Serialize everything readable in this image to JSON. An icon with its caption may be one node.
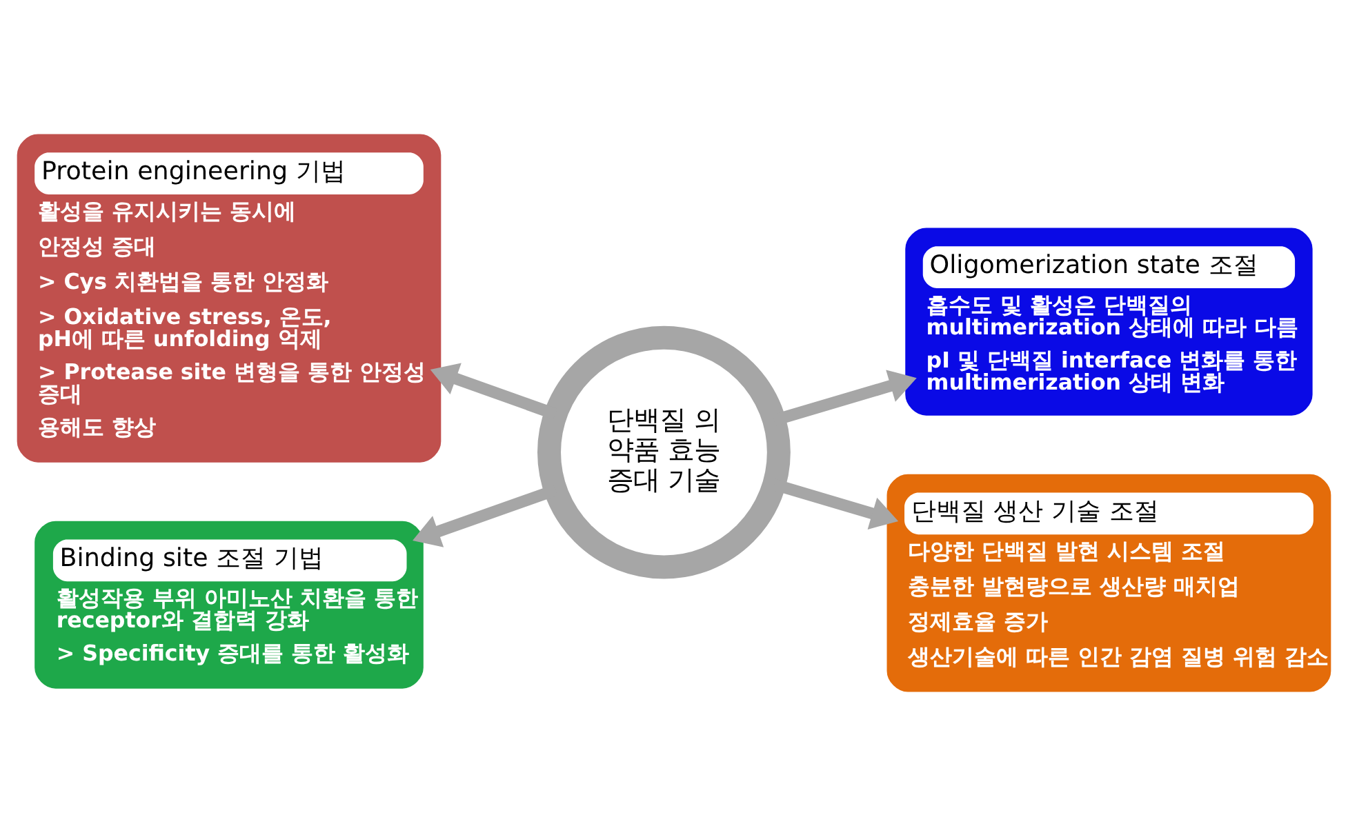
{
  "diagram": {
    "nodes": [
      {
        "text": [
          "Protein engineering 기법",
          "활성을 유지시키는 동시에",
          "안정성 증대",
          "> Cys 치환법을 통한 안정화",
          "> Oxidative stress, 온도, pH에 따른 unfolding 억제",
          "> Protease site 변형을 통한 안정성 증대",
          "용해도 향상"
        ]
      },
      {
        "text": [
          "Oligomerization state 조절",
          "흡수도 및 활성은 단백질의 multimerization 상태에 따라 다름",
          "pI 및 단백질 interface 변화를 통한 multimerization 상태 변화"
        ]
      },
      {
        "text": [
          "단백질 의 약품 효능 증대 기술"
        ]
      },
      {
        "text": [
          "Binding site 조절 기법",
          "활성작용 부위 아미노산 치환을 통한 receptor와 결합력 강화",
          "> Specificity 증대를 통한 활성화"
        ]
      },
      {
        "text": [
          "단백질 생산 기술 조절",
          "다양한 단백질 발현 시스템 조절",
          "충분한 발현량으로 생산량 매치업",
          "정제효율 증가",
          "생산기술에 따른 인간 감염 질병 위험 감소"
        ]
      }
    ],
    "edges": [
      {
        "from": 2,
        "to": 0,
        "arrow": "to"
      },
      {
        "from": 2,
        "to": 1,
        "arrow": "to"
      },
      {
        "from": 2,
        "to": 3,
        "arrow": "to"
      },
      {
        "from": 2,
        "to": 4,
        "arrow": "to"
      }
    ]
  }
}
